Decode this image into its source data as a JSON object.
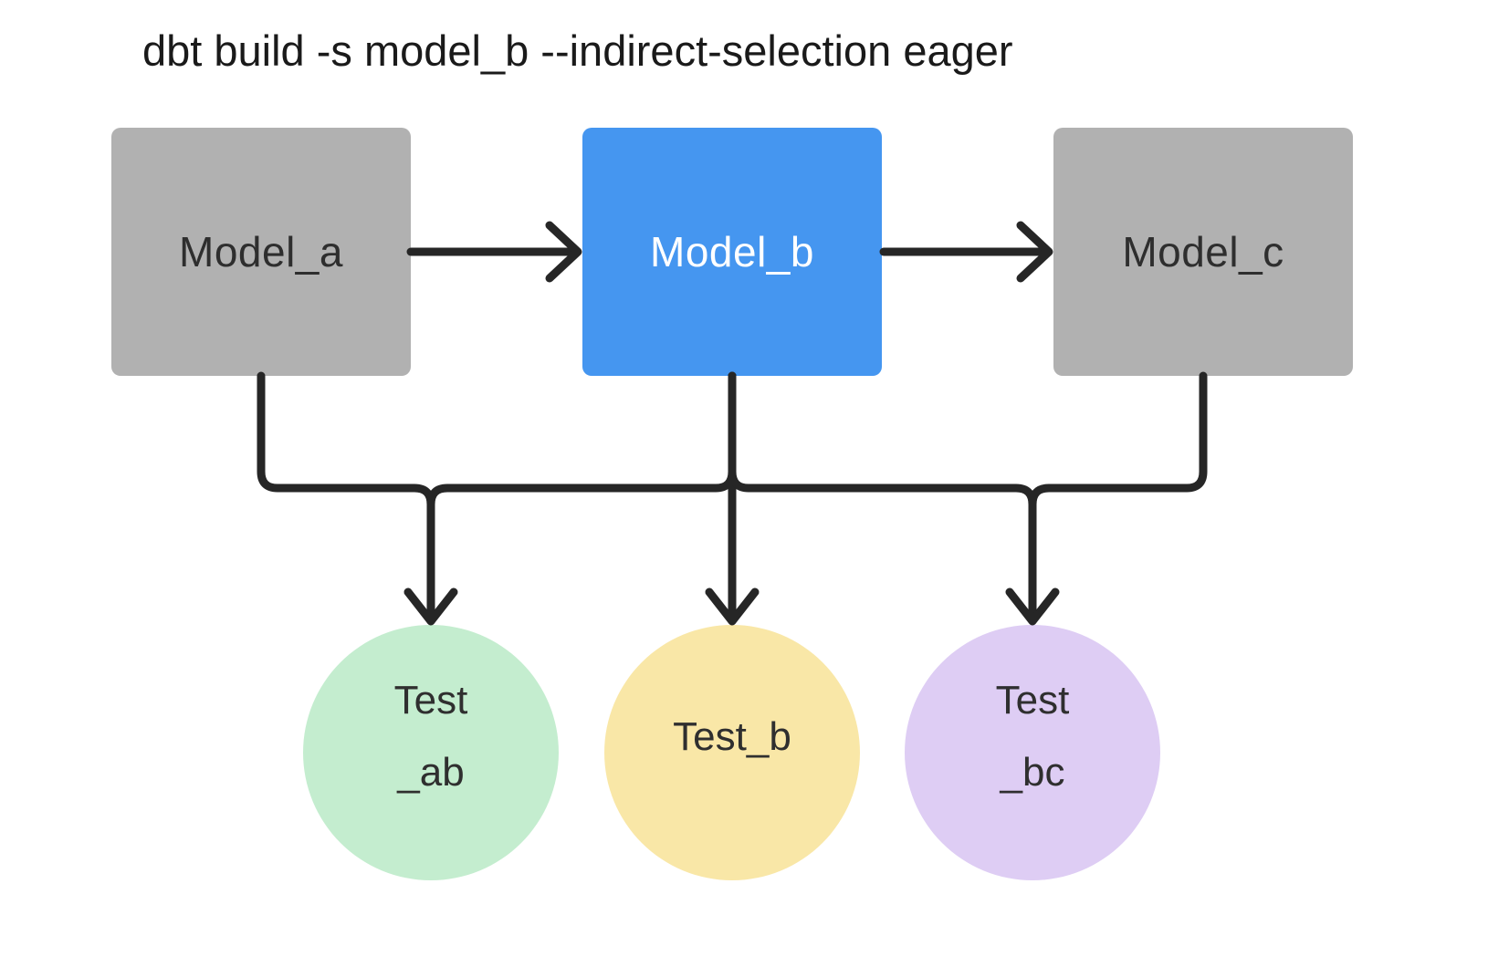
{
  "title": "dbt build -s model_b --indirect-selection eager",
  "colors": {
    "background": "#FFFFFF",
    "edge": "#262626",
    "model_default_fill": "#B1B1B1",
    "model_selected_fill": "#4596F0"
  },
  "diagram": {
    "edge_color": "#262626",
    "models": [
      {
        "id": "model_a",
        "label": "Model_a",
        "fill": "#B1B1B1",
        "text_color": "#2E2E2E",
        "selected": false
      },
      {
        "id": "model_b",
        "label": "Model_b",
        "fill": "#4596F0",
        "text_color": "#FFFFFF",
        "selected": true
      },
      {
        "id": "model_c",
        "label": "Model_c",
        "fill": "#B1B1B1",
        "text_color": "#2E2E2E",
        "selected": false
      }
    ],
    "tests": [
      {
        "id": "test_ab",
        "lines": [
          "Test",
          "_ab"
        ],
        "fill": "#C4EDCF",
        "text_color": "#2F2F2F"
      },
      {
        "id": "test_b",
        "lines": [
          "Test_b"
        ],
        "fill": "#F9E7A7",
        "text_color": "#2F2F2F"
      },
      {
        "id": "test_bc",
        "lines": [
          "Test",
          "_bc"
        ],
        "fill": "#DECDF4",
        "text_color": "#2F2F2F"
      }
    ],
    "edges": [
      {
        "from": "model_a",
        "to": "model_b"
      },
      {
        "from": "model_b",
        "to": "model_c"
      },
      {
        "from": "model_a",
        "to": "test_ab"
      },
      {
        "from": "model_b",
        "to": "test_ab"
      },
      {
        "from": "model_b",
        "to": "test_b"
      },
      {
        "from": "model_b",
        "to": "test_bc"
      },
      {
        "from": "model_c",
        "to": "test_bc"
      }
    ]
  }
}
